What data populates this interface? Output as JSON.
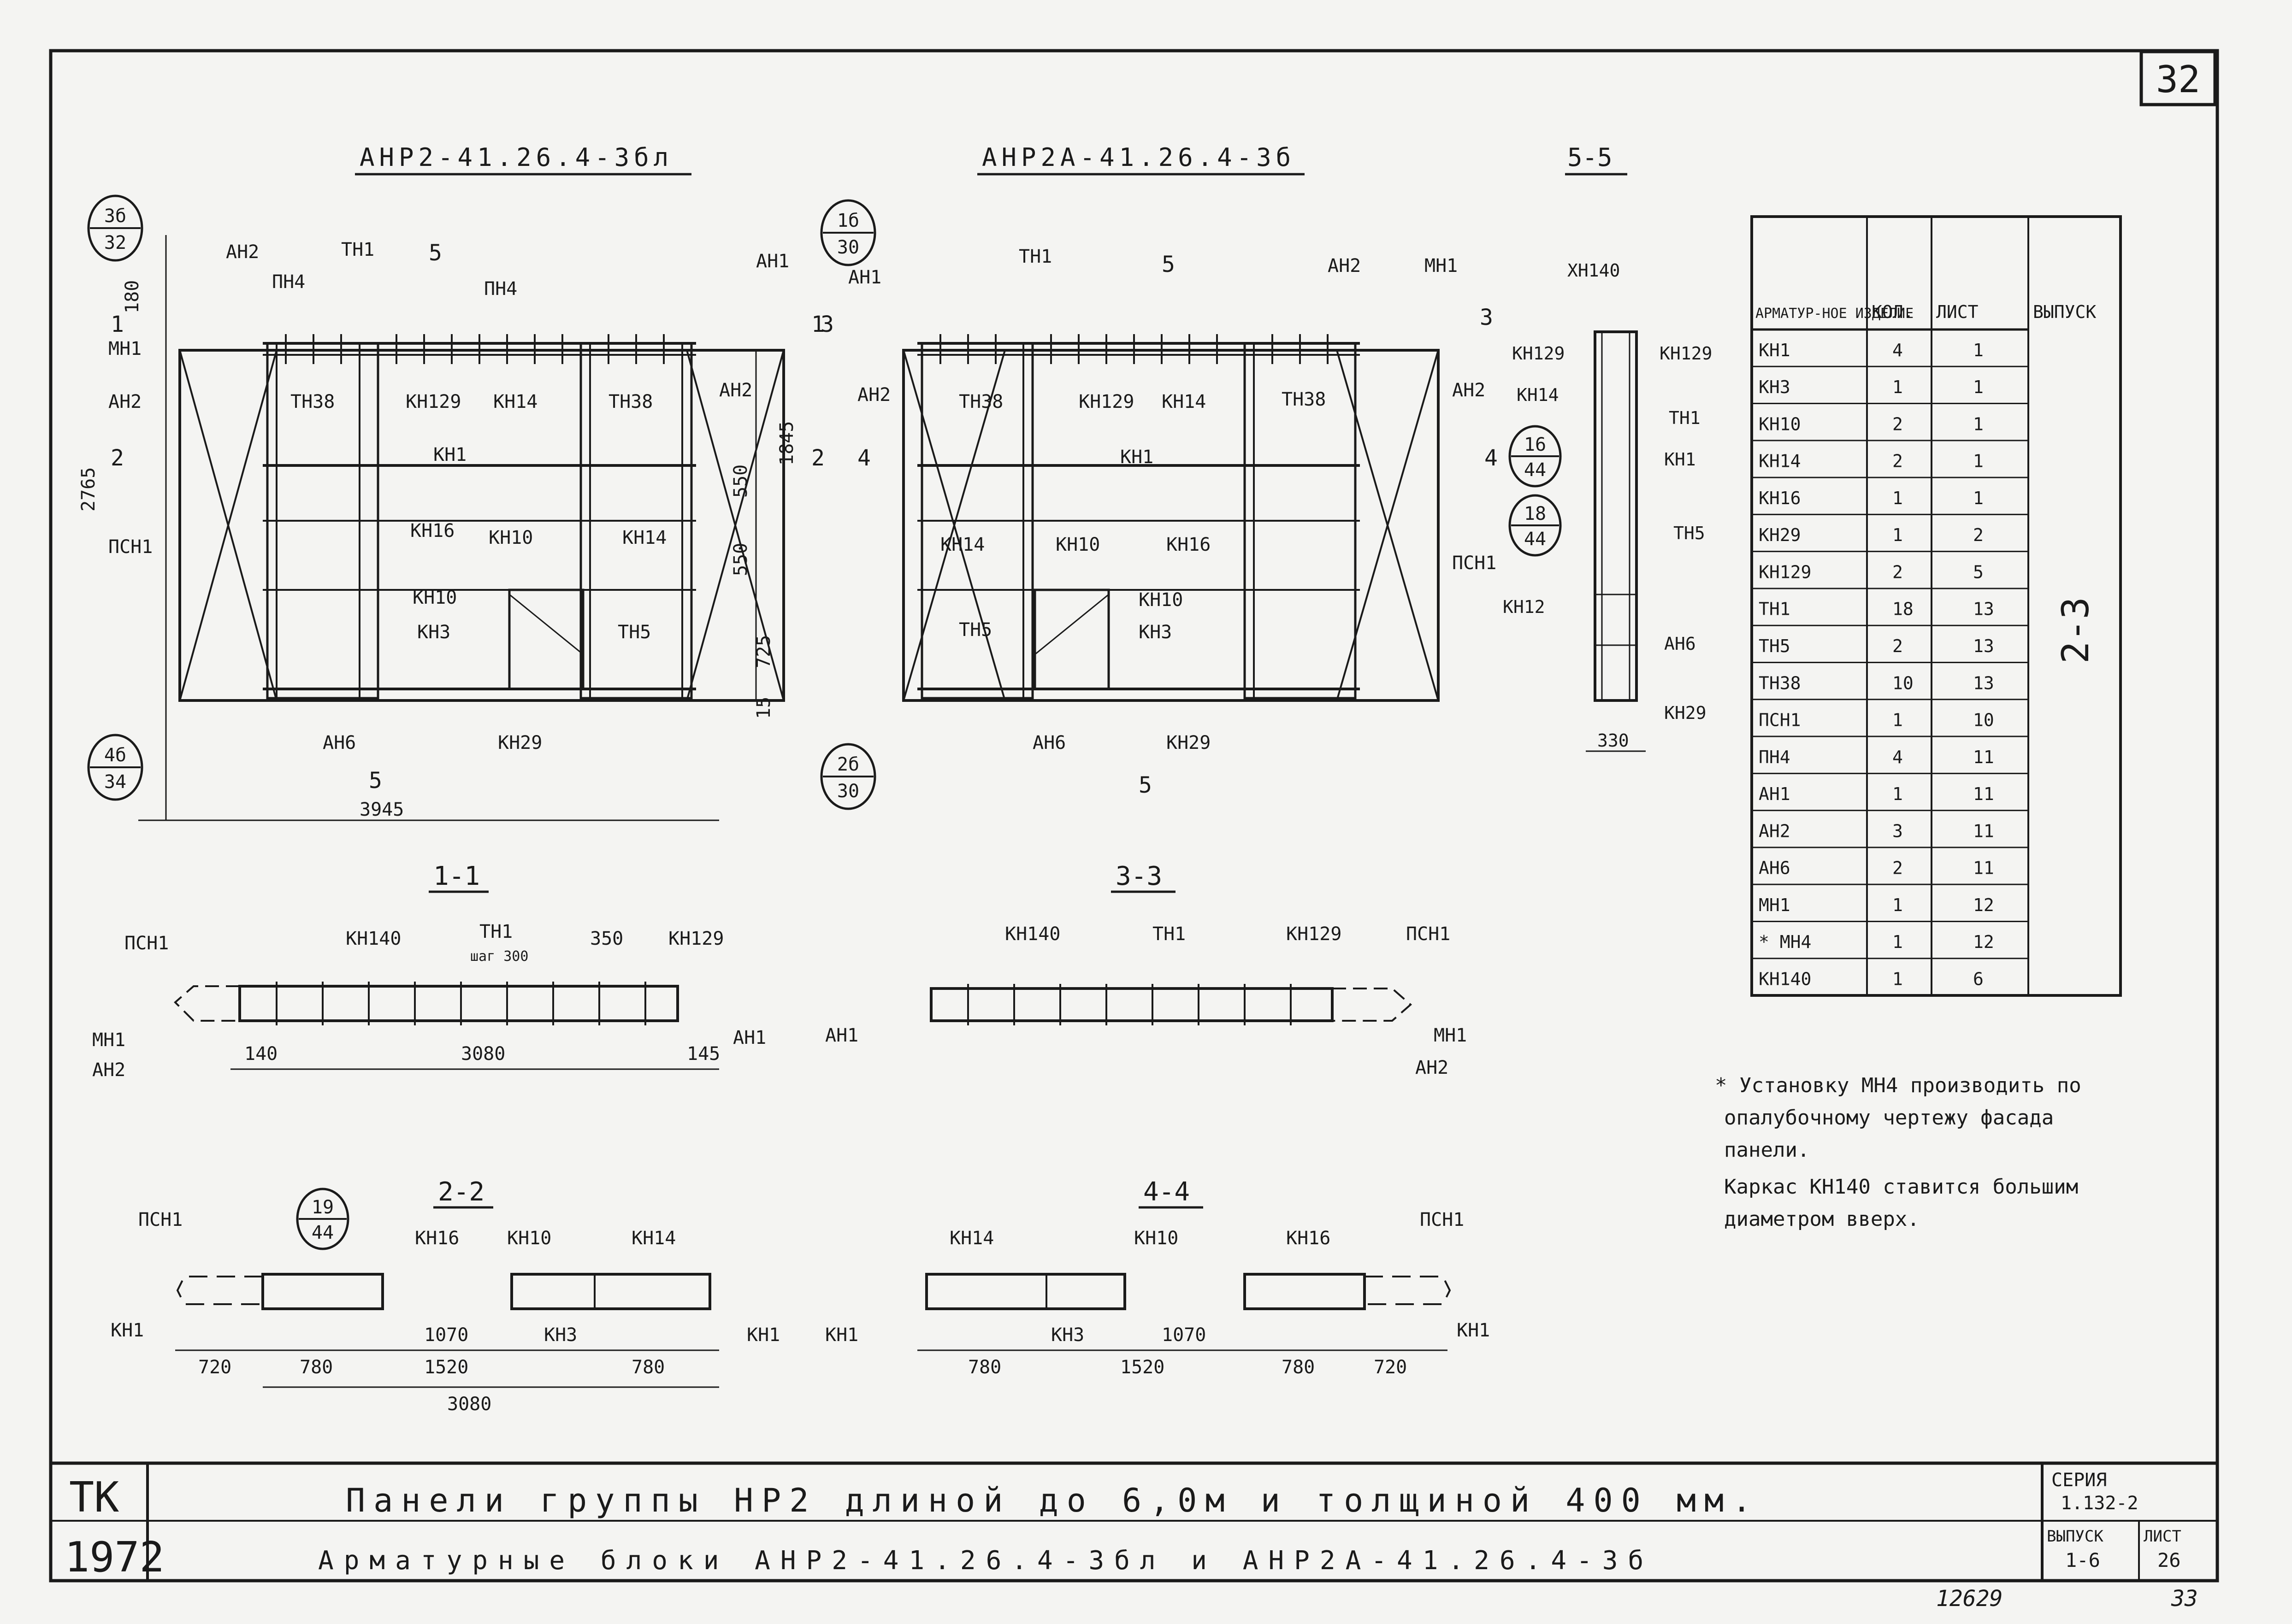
{
  "sheet": {
    "number": "32",
    "bottom_numbers": [
      "12629",
      "33"
    ]
  },
  "headings": {
    "left": "АНР2-41.26.4-3бл",
    "middle": "АНР2А-41.26.4-3б",
    "section_5_5": "5-5",
    "section_1_1": "1-1",
    "section_3_3": "3-3",
    "section_2_2": "2-2",
    "section_4_4": "4-4"
  },
  "callouts": [
    {
      "top": "3б",
      "bottom": "32"
    },
    {
      "top": "4б",
      "bottom": "34"
    },
    {
      "top": "1б",
      "bottom": "30"
    },
    {
      "top": "2б",
      "bottom": "30"
    },
    {
      "top": "16",
      "bottom": "44"
    },
    {
      "top": "18",
      "bottom": "44"
    },
    {
      "top": "19",
      "bottom": "44"
    }
  ],
  "elevation_left": {
    "labels": [
      "АН2",
      "ПН4",
      "ТН1",
      "ПН4",
      "АН1",
      "МН1",
      "АН2",
      "ПСН1",
      "ТН38",
      "КН129",
      "КН14",
      "ТН38",
      "АН2",
      "КН1",
      "КН16",
      "КН10",
      "КН14",
      "КН10",
      "КН3",
      "ТН5",
      "АН6",
      "КН29"
    ],
    "section_marks": [
      "5",
      "1",
      "1",
      "2",
      "2",
      "5"
    ],
    "dims": [
      "180",
      "2765",
      "1845",
      "550",
      "550",
      "725",
      "15",
      "3945"
    ]
  },
  "elevation_right": {
    "labels": [
      "АН1",
      "ТН1",
      "АН2",
      "МН1",
      "АН2",
      "ТН38",
      "КН129",
      "КН14",
      "ТН38",
      "АН2",
      "КН1",
      "КН14",
      "КН10",
      "КН16",
      "ПСН1",
      "КН10",
      "КН3",
      "ТН5",
      "АН6",
      "КН29"
    ],
    "section_marks": [
      "5",
      "3",
      "3",
      "4",
      "4",
      "5"
    ]
  },
  "section_5_5": {
    "labels": [
      "ХН140",
      "КН129",
      "КН14",
      "КН129",
      "ТН1",
      "КН1",
      "ТН5",
      "КН12",
      "АН6",
      "КН29"
    ],
    "dims": [
      "330"
    ]
  },
  "section_1_1": {
    "labels": [
      "ПСН1",
      "КН140",
      "ТН1",
      "шаг 300",
      "КН129",
      "МН1",
      "АН2",
      "АН1"
    ],
    "dims": [
      "350",
      "140",
      "3080",
      "145"
    ]
  },
  "section_3_3": {
    "labels": [
      "КН140",
      "ТН1",
      "КН129",
      "ПСН1",
      "АН1",
      "МН1",
      "АН2"
    ]
  },
  "section_2_2": {
    "labels": [
      "ПСН1",
      "КН16",
      "КН10",
      "КН14",
      "КН1",
      "КН3",
      "КН1"
    ],
    "dims": [
      "720",
      "780",
      "1070",
      "1520",
      "780",
      "3080"
    ]
  },
  "section_4_4": {
    "labels": [
      "КН14",
      "КН10",
      "КН16",
      "ПСН1",
      "КН1",
      "КН3",
      "КН1"
    ],
    "dims": [
      "780",
      "1070",
      "1520",
      "780",
      "720"
    ]
  },
  "spec_table": {
    "headers": [
      "АРМАТУР-НОЕ ИЗДЕЛИЕ",
      "КОЛ.",
      "ЛИСТ",
      "ВЫПУСК"
    ],
    "issue": "2-3",
    "rows": [
      [
        "КН1",
        "4",
        "1"
      ],
      [
        "КН3",
        "1",
        "1"
      ],
      [
        "КН10",
        "2",
        "1"
      ],
      [
        "КН14",
        "2",
        "1"
      ],
      [
        "КН16",
        "1",
        "1"
      ],
      [
        "КН29",
        "1",
        "2"
      ],
      [
        "КН129",
        "2",
        "5"
      ],
      [
        "ТН1",
        "18",
        "13"
      ],
      [
        "ТН5",
        "2",
        "13"
      ],
      [
        "ТН38",
        "10",
        "13"
      ],
      [
        "ПСН1",
        "1",
        "10"
      ],
      [
        "ПН4",
        "4",
        "11"
      ],
      [
        "АН1",
        "1",
        "11"
      ],
      [
        "АН2",
        "3",
        "11"
      ],
      [
        "АН6",
        "2",
        "11"
      ],
      [
        "МН1",
        "1",
        "12"
      ],
      [
        "* МН4",
        "1",
        "12"
      ],
      [
        "КН140",
        "1",
        "6"
      ]
    ]
  },
  "notes": [
    "* Установку МН4 производить по",
    "опалубочному чертежу фасада",
    "панели.",
    "Каркас КН140 ставится большим",
    "диаметром вверх."
  ],
  "title_block": {
    "org": "ТК",
    "year": "1972",
    "line1": "Панели группы НР2 длиной до 6,0м и толщиной 400 мм.",
    "line2": "Арматурные блоки АНР2-41.26.4-3бл и АНР2А-41.26.4-3б",
    "series_label": "СЕРИЯ",
    "series_value": "1.132-2",
    "issue_label": "ВЫПУСК",
    "issue_value": "1-6",
    "sheet_label": "ЛИСТ",
    "sheet_value": "26"
  }
}
